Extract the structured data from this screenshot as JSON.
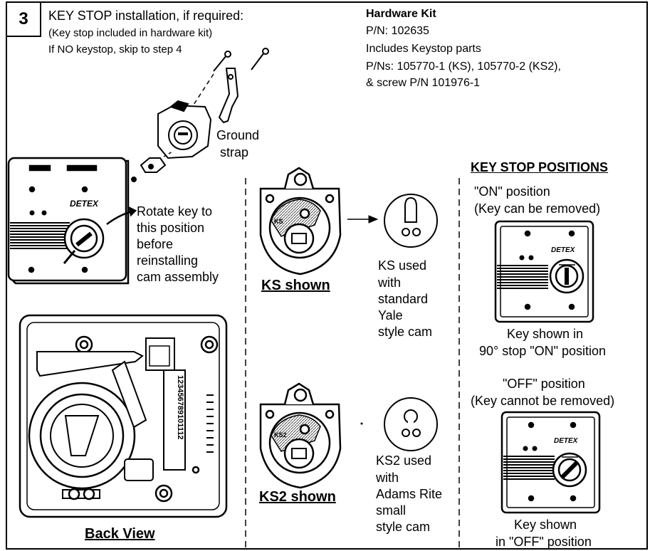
{
  "step": {
    "number": "3",
    "title": "KEY STOP installation, if required:",
    "note1": "(Key stop included in hardware kit)",
    "note2": "If NO keystop, skip to step 4"
  },
  "hardware_kit": {
    "heading": "Hardware Kit",
    "pn": "P/N: 102635",
    "line1": "Includes Keystop parts",
    "line2": "P/Ns: 105770-1 (KS), 105770-2 (KS2),",
    "line3": "& screw P/N 101976-1"
  },
  "ground_strap": {
    "line1": "Ground",
    "line2": "strap"
  },
  "rotate_note": {
    "line1": "Rotate key to",
    "line2": "this position",
    "line3": "before",
    "line4": "reinstalling",
    "line5": "cam assembly"
  },
  "ks": {
    "caption": "KS shown",
    "label": "KS",
    "desc1": "KS used",
    "desc2": "with",
    "desc3": "standard",
    "desc4": "Yale",
    "desc5": "style cam"
  },
  "ks2": {
    "caption": "KS2 shown",
    "label": "KS2",
    "desc1": "KS2 used",
    "desc2": "with",
    "desc3": "Adams Rite",
    "desc4": "small",
    "desc5": "style cam"
  },
  "back_view": {
    "caption": "Back View",
    "terminal_numbers": "123456789101112"
  },
  "positions": {
    "heading": "KEY STOP POSITIONS",
    "on_title": "\"ON\" position",
    "on_sub": "(Key can be removed)",
    "on_caption1": "Key shown in",
    "on_caption2": "90° stop \"ON\" position",
    "off_title": "\"OFF\" position",
    "off_sub": "(Key cannot be removed)",
    "off_caption1": "Key shown",
    "off_caption2": "in \"OFF\" position"
  },
  "brand": "DETEX",
  "colors": {
    "ink": "#000000",
    "paper": "#ffffff",
    "gray": "#9a9a9a"
  }
}
